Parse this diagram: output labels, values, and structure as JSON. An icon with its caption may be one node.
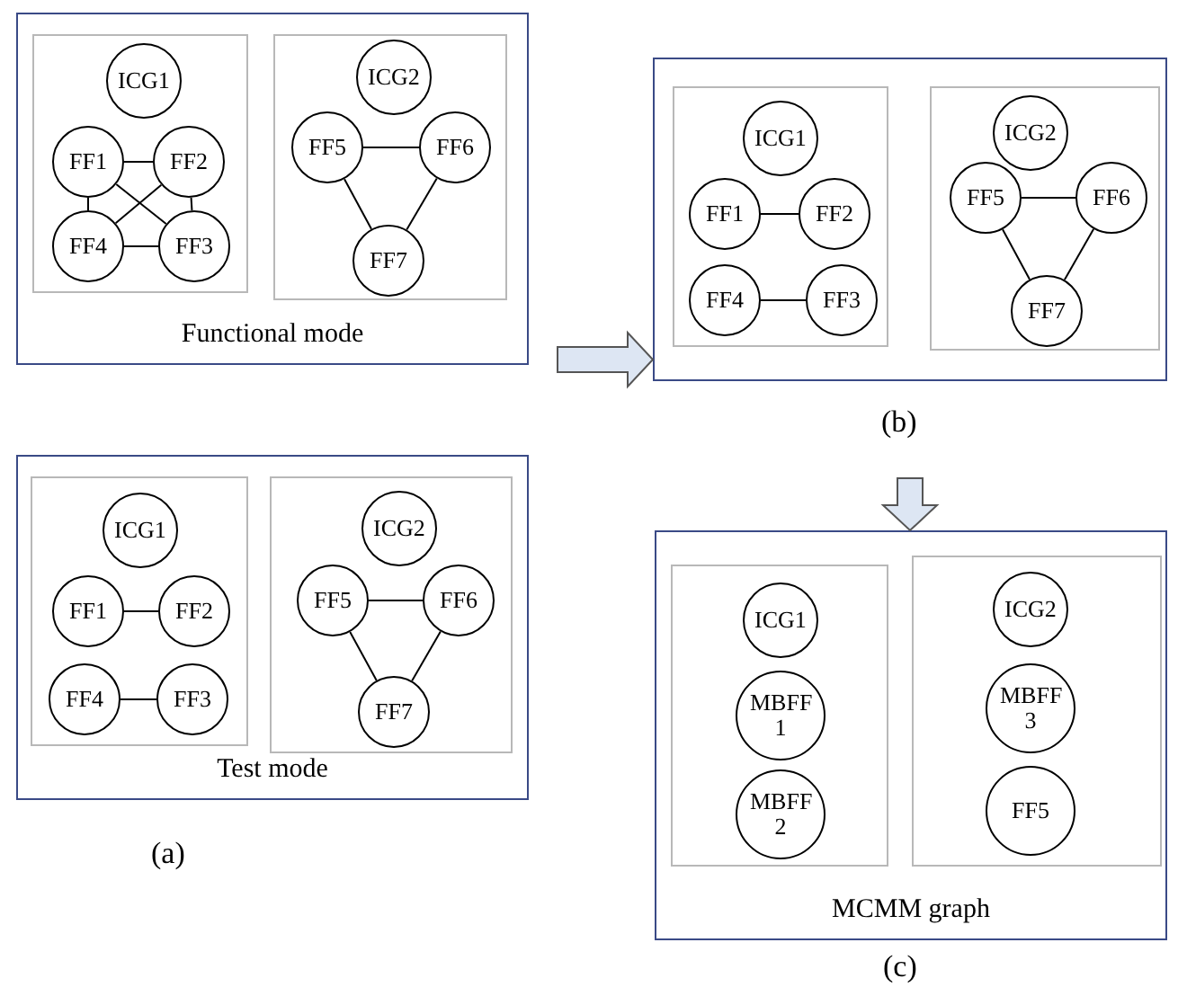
{
  "diagram": {
    "nodes": [
      {
        "text": [
          "Functional mode"
        ]
      },
      {
        "text": [],
        "shape": "box",
        "in": 0
      },
      {
        "text": [
          "ICG1"
        ],
        "in": 1
      },
      {
        "text": [
          "FF1"
        ],
        "in": 1
      },
      {
        "text": [
          "FF2"
        ],
        "in": 1
      },
      {
        "text": [
          "FF4"
        ],
        "in": 1
      },
      {
        "text": [
          "FF3"
        ],
        "in": 1
      },
      {
        "text": [],
        "shape": "box",
        "in": 0
      },
      {
        "text": [
          "ICG2"
        ],
        "in": 7
      },
      {
        "text": [
          "FF5"
        ],
        "in": 7
      },
      {
        "text": [
          "FF6"
        ],
        "in": 7
      },
      {
        "text": [
          "FF7"
        ],
        "in": 7
      },
      {
        "text": [
          "Test mode"
        ]
      },
      {
        "text": [],
        "shape": "box",
        "in": 12
      },
      {
        "text": [
          "ICG1"
        ],
        "in": 13
      },
      {
        "text": [
          "FF1"
        ],
        "in": 13
      },
      {
        "text": [
          "FF2"
        ],
        "in": 13
      },
      {
        "text": [
          "FF4"
        ],
        "in": 13
      },
      {
        "text": [
          "FF3"
        ],
        "in": 13
      },
      {
        "text": [],
        "shape": "box",
        "in": 12
      },
      {
        "text": [
          "ICG2"
        ],
        "in": 19
      },
      {
        "text": [
          "FF5"
        ],
        "in": 19
      },
      {
        "text": [
          "FF6"
        ],
        "in": 19
      },
      {
        "text": [
          "FF7"
        ],
        "in": 19
      },
      {
        "text": [],
        "shape": "box"
      },
      {
        "text": [],
        "shape": "box",
        "in": 24
      },
      {
        "text": [
          "ICG1"
        ],
        "in": 25
      },
      {
        "text": [
          "FF1"
        ],
        "in": 25
      },
      {
        "text": [
          "FF2"
        ],
        "in": 25
      },
      {
        "text": [
          "FF4"
        ],
        "in": 25
      },
      {
        "text": [
          "FF3"
        ],
        "in": 25
      },
      {
        "text": [],
        "shape": "box",
        "in": 24
      },
      {
        "text": [
          "ICG2"
        ],
        "in": 31
      },
      {
        "text": [
          "FF5"
        ],
        "in": 31
      },
      {
        "text": [
          "FF6"
        ],
        "in": 31
      },
      {
        "text": [
          "FF7"
        ],
        "in": 31
      },
      {
        "text": [
          "MCMM graph"
        ]
      },
      {
        "text": [],
        "shape": "box",
        "in": 36
      },
      {
        "text": [
          "ICG1"
        ],
        "in": 37
      },
      {
        "text": [
          "MBFF 1"
        ],
        "in": 37
      },
      {
        "text": [
          "MBFF 2"
        ],
        "in": 37
      },
      {
        "text": [],
        "shape": "box",
        "in": 36
      },
      {
        "text": [
          "ICG2"
        ],
        "in": 41
      },
      {
        "text": [
          "MBFF 3"
        ],
        "in": 41
      },
      {
        "text": [
          "FF5"
        ],
        "in": 41
      }
    ],
    "edges": [
      {
        "from": 3,
        "to": 4,
        "arrow": "none"
      },
      {
        "from": 3,
        "to": 5,
        "arrow": "none"
      },
      {
        "from": 3,
        "to": 6,
        "arrow": "none"
      },
      {
        "from": 4,
        "to": 5,
        "arrow": "none"
      },
      {
        "from": 4,
        "to": 6,
        "arrow": "none"
      },
      {
        "from": 5,
        "to": 6,
        "arrow": "none"
      },
      {
        "from": 9,
        "to": 10,
        "arrow": "none"
      },
      {
        "from": 9,
        "to": 11,
        "arrow": "none"
      },
      {
        "from": 10,
        "to": 11,
        "arrow": "none"
      },
      {
        "from": 15,
        "to": 16,
        "arrow": "none"
      },
      {
        "from": 17,
        "to": 18,
        "arrow": "none"
      },
      {
        "from": 21,
        "to": 22,
        "arrow": "none"
      },
      {
        "from": 21,
        "to": 23,
        "arrow": "none"
      },
      {
        "from": 22,
        "to": 23,
        "arrow": "none"
      },
      {
        "from": 27,
        "to": 28,
        "arrow": "none"
      },
      {
        "from": 29,
        "to": 30,
        "arrow": "none"
      },
      {
        "from": 33,
        "to": 34,
        "arrow": "none"
      },
      {
        "from": 33,
        "to": 35,
        "arrow": "none"
      },
      {
        "from": 34,
        "to": 35,
        "arrow": "none"
      },
      {
        "from": null,
        "to": 24,
        "arrow": "to",
        "style": "thick"
      },
      {
        "from": null,
        "to": 36,
        "arrow": "to",
        "style": "thick"
      }
    ],
    "labels": [
      "(a)",
      "(b)",
      "(c)"
    ]
  }
}
